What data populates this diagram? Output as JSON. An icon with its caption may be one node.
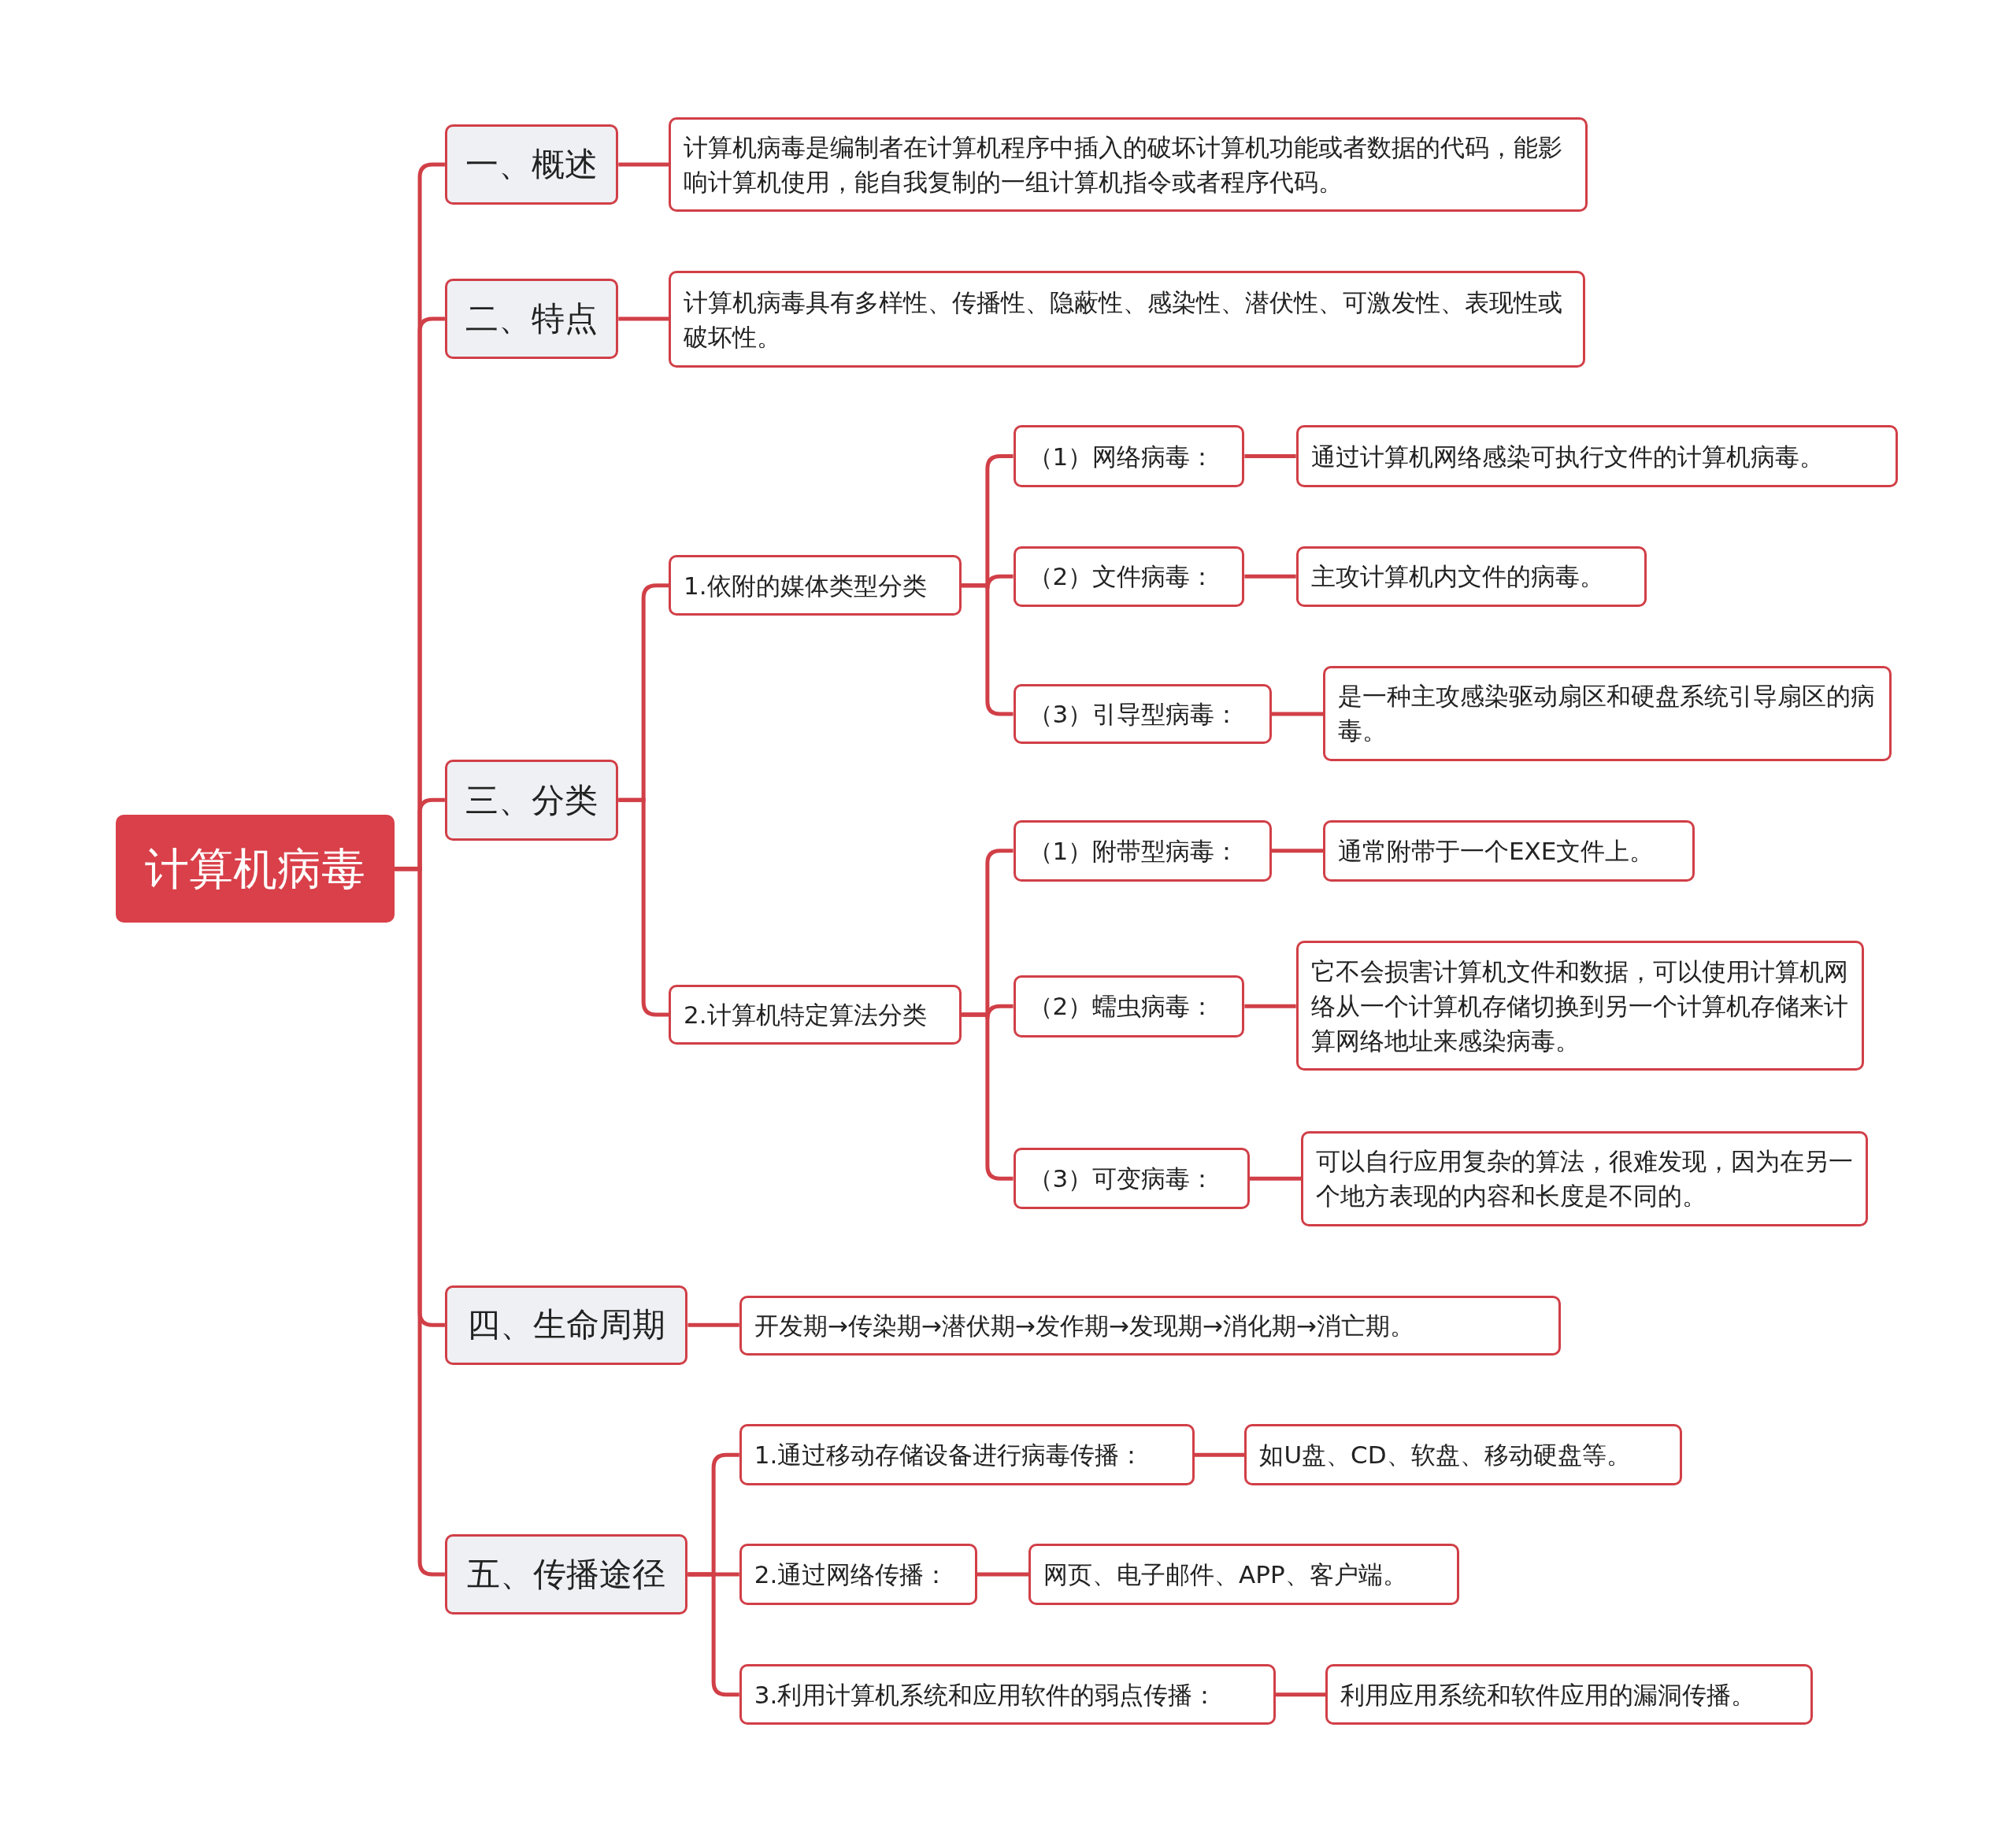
{
  "diagram": {
    "nodes": [
      {
        "text": [
          "计算机病毒"
        ]
      },
      {
        "text": [
          "一、概述"
        ]
      },
      {
        "text": [
          "计算机病毒是编制者在计算机程序中插入的破坏计算机功能或者数据的代码，能影响计算机使用，能自我复制的一组计算机指令或者程序代码。"
        ]
      },
      {
        "text": [
          "二、特点"
        ]
      },
      {
        "text": [
          "计算机病毒具有多样性、传播性、隐蔽性、感染性、潜伏性、可激发性、表现性或破坏性。"
        ]
      },
      {
        "text": [
          "三、分类"
        ]
      },
      {
        "text": [
          "1.依附的媒体类型分类"
        ]
      },
      {
        "text": [
          "（1）网络病毒："
        ]
      },
      {
        "text": [
          "通过计算机网络感染可执行文件的计算机病毒。"
        ]
      },
      {
        "text": [
          "（2）文件病毒："
        ]
      },
      {
        "text": [
          "主攻计算机内文件的病毒。"
        ]
      },
      {
        "text": [
          "（3）引导型病毒："
        ]
      },
      {
        "text": [
          "是一种主攻感染驱动扇区和硬盘系统引导扇区的病毒。"
        ]
      },
      {
        "text": [
          "2.计算机特定算法分类"
        ]
      },
      {
        "text": [
          "（1）附带型病毒："
        ]
      },
      {
        "text": [
          "通常附带于一个EXE文件上。"
        ]
      },
      {
        "text": [
          "（2）蠕虫病毒："
        ]
      },
      {
        "text": [
          "它不会损害计算机文件和数据，可以使用计算机网络从一个计算机存储切换到另一个计算机存储来计算网络地址来感染病毒。"
        ]
      },
      {
        "text": [
          "（3）可变病毒："
        ]
      },
      {
        "text": [
          "可以自行应用复杂的算法，很难发现，因为在另一个地方表现的内容和长度是不同的。"
        ]
      },
      {
        "text": [
          "四、生命周期"
        ]
      },
      {
        "text": [
          "开发期→传染期→潜伏期→发作期→发现期→消化期→消亡期。"
        ]
      },
      {
        "text": [
          "五、传播途径"
        ]
      },
      {
        "text": [
          "1.通过移动存储设备进行病毒传播："
        ]
      },
      {
        "text": [
          "如U盘、CD、软盘、移动硬盘等。"
        ]
      },
      {
        "text": [
          "2.通过网络传播："
        ]
      },
      {
        "text": [
          "网页、电子邮件、APP、客户端。"
        ]
      },
      {
        "text": [
          "3.利用计算机系统和应用软件的弱点传播："
        ]
      },
      {
        "text": [
          "利用应用系统和软件应用的漏洞传播。"
        ]
      }
    ],
    "edges": [
      {
        "from": 0,
        "to": 1,
        "arrow": "none"
      },
      {
        "from": 1,
        "to": 2,
        "arrow": "none"
      },
      {
        "from": 0,
        "to": 3,
        "arrow": "none"
      },
      {
        "from": 3,
        "to": 4,
        "arrow": "none"
      },
      {
        "from": 0,
        "to": 5,
        "arrow": "none"
      },
      {
        "from": 5,
        "to": 6,
        "arrow": "none"
      },
      {
        "from": 6,
        "to": 7,
        "arrow": "none"
      },
      {
        "from": 7,
        "to": 8,
        "arrow": "none"
      },
      {
        "from": 6,
        "to": 9,
        "arrow": "none"
      },
      {
        "from": 9,
        "to": 10,
        "arrow": "none"
      },
      {
        "from": 6,
        "to": 11,
        "arrow": "none"
      },
      {
        "from": 11,
        "to": 12,
        "arrow": "none"
      },
      {
        "from": 5,
        "to": 13,
        "arrow": "none"
      },
      {
        "from": 13,
        "to": 14,
        "arrow": "none"
      },
      {
        "from": 14,
        "to": 15,
        "arrow": "none"
      },
      {
        "from": 13,
        "to": 16,
        "arrow": "none"
      },
      {
        "from": 16,
        "to": 17,
        "arrow": "none"
      },
      {
        "from": 13,
        "to": 18,
        "arrow": "none"
      },
      {
        "from": 18,
        "to": 19,
        "arrow": "none"
      },
      {
        "from": 0,
        "to": 20,
        "arrow": "none"
      },
      {
        "from": 20,
        "to": 21,
        "arrow": "none"
      },
      {
        "from": 0,
        "to": 22,
        "arrow": "none"
      },
      {
        "from": 22,
        "to": 23,
        "arrow": "none"
      },
      {
        "from": 23,
        "to": 24,
        "arrow": "none"
      },
      {
        "from": 22,
        "to": 25,
        "arrow": "none"
      },
      {
        "from": 25,
        "to": 26,
        "arrow": "none"
      },
      {
        "from": 22,
        "to": 27,
        "arrow": "none"
      },
      {
        "from": 27,
        "to": 28,
        "arrow": "none"
      }
    ]
  }
}
